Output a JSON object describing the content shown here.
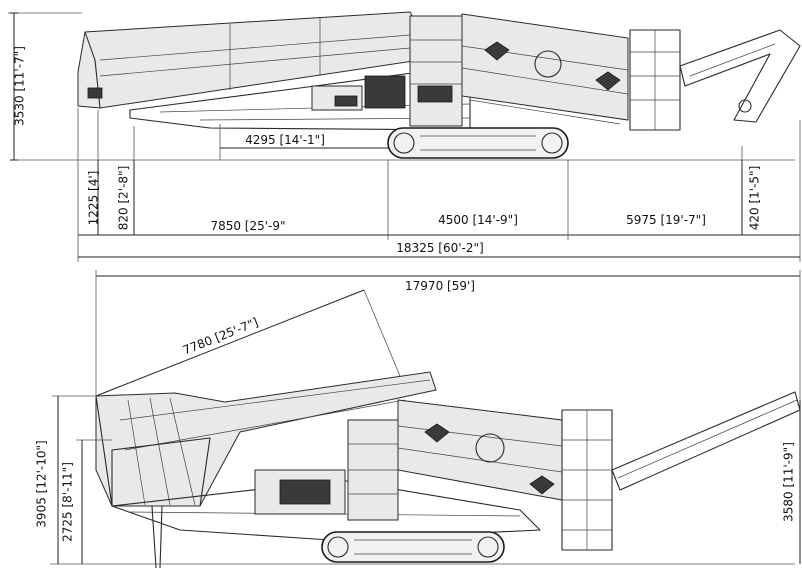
{
  "side_view": {
    "dimensions": {
      "overall_height": "3530 [11'-7\"]",
      "feeder_length": "4295 [14'-1\"]",
      "height_1225": "1225 [4']",
      "height_820": "820 [2'-8\"]",
      "length_7850": "7850 [25'-9\"",
      "track_length": "4500 [14'-9\"]",
      "length_5975": "5975 [19'-7\"]",
      "height_420": "420 [1'-5\"]",
      "overall_length": "18325 [60'-2\"]"
    }
  },
  "working_view": {
    "dimensions": {
      "overall_length": "17970 [59']",
      "hopper_length": "7780 [25'-7\"]",
      "overall_height": "3905 [12'-10\"]",
      "hopper_height": "2725 [8'-11\"]",
      "discharge_height": "3580 [11'-9\"]"
    }
  }
}
